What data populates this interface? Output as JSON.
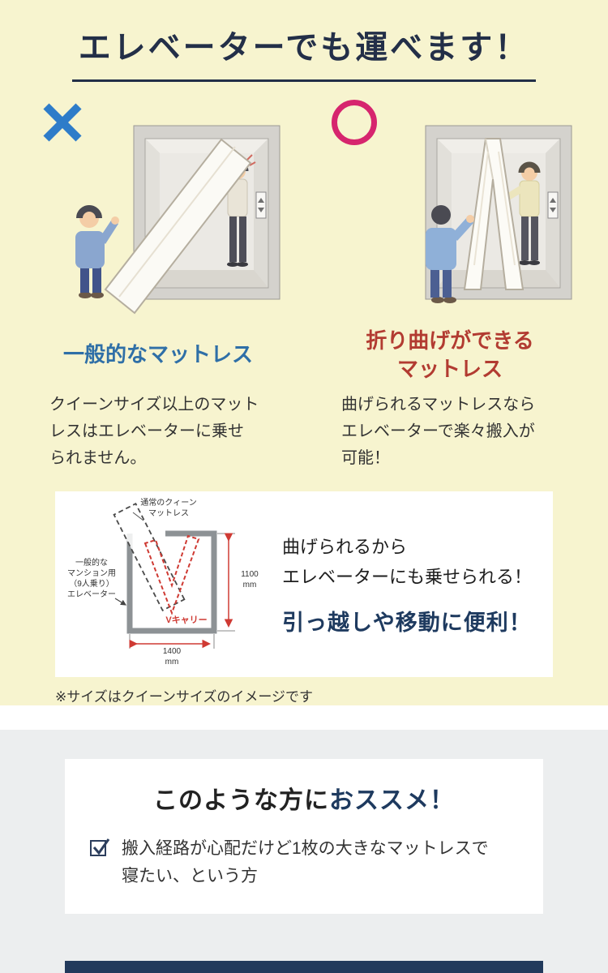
{
  "hero": {
    "title": "エレベーターでも運べます！"
  },
  "comparison": {
    "ng": {
      "heading": "一般的なマットレス",
      "body": "クイーンサイズ以上のマット\nレスはエレベーターに乗せ\nられません。"
    },
    "ok": {
      "heading": "折り曲げができる\nマットレス",
      "body": "曲げられるマットレスなら\nエレベーターで楽々搬入が\n可能！"
    }
  },
  "diagram": {
    "labels": {
      "queen": "通常のクィーン\nマットレス",
      "elevator": "一般的な\nマンション用\n（9人乗り）\nエレベーター",
      "vcarry": "Vキャリー",
      "height": "1100\nmm",
      "width": "1400\nmm"
    },
    "caption": "曲げられるから\nエレベーターにも乗せられる！",
    "caption_strong": "引っ越しや移動に便利！",
    "note": "※サイズはクイーンサイズのイメージです"
  },
  "recommend": {
    "title_prefix": "このような方に",
    "title_emphasis": "おススメ！",
    "items": [
      "搬入経路が心配だけど1枚の大きなマットレスで\n寝たい、という方"
    ]
  },
  "colors": {
    "background_yellow": "#f7f4cf",
    "background_gray": "#eceeef",
    "title_navy": "#232f48",
    "emphasis_navy": "#1e3a5f",
    "ng_heading_blue": "#2f6fa7",
    "ok_heading_red": "#b23b31",
    "accent_red": "#cf3a33",
    "cross_blue": "#2e7cc9",
    "circle_pink": "#d6256e"
  }
}
